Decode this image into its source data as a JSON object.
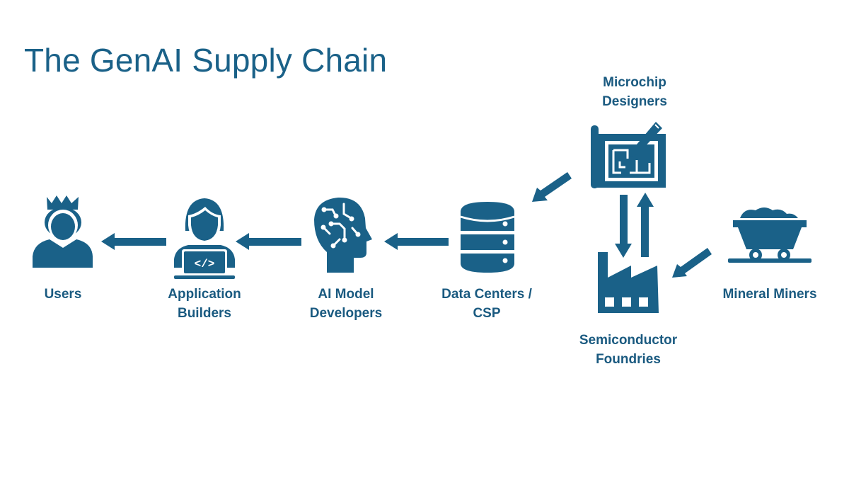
{
  "title": "The GenAI Supply Chain",
  "colors": {
    "primary": "#1a6188",
    "label": "#1a5a80",
    "background": "#ffffff"
  },
  "nodes": [
    {
      "id": "users",
      "icon": "queen-person-icon",
      "lines": [
        "Users"
      ]
    },
    {
      "id": "app-builders",
      "icon": "developer-laptop-icon",
      "lines": [
        "Application",
        "Builders"
      ]
    },
    {
      "id": "ai-model-developers",
      "icon": "brain-circuit-icon",
      "lines": [
        "AI Model",
        "Developers"
      ]
    },
    {
      "id": "data-centers",
      "icon": "database-icon",
      "lines": [
        "Data Centers /",
        "CSP"
      ]
    },
    {
      "id": "microchip-designers",
      "icon": "blueprint-pencil-icon",
      "lines": [
        "Microchip",
        "Designers"
      ]
    },
    {
      "id": "semiconductor-foundries",
      "icon": "factory-icon",
      "lines": [
        "Semiconductor",
        "Foundries"
      ]
    },
    {
      "id": "mineral-miners",
      "icon": "mine-cart-icon",
      "lines": [
        "Mineral Miners"
      ]
    }
  ],
  "edges": [
    {
      "from": "app-builders",
      "to": "users"
    },
    {
      "from": "ai-model-developers",
      "to": "app-builders"
    },
    {
      "from": "data-centers",
      "to": "ai-model-developers"
    },
    {
      "from": "microchip-designers",
      "to": "data-centers"
    },
    {
      "from": "microchip-designers",
      "to": "semiconductor-foundries"
    },
    {
      "from": "semiconductor-foundries",
      "to": "microchip-designers"
    },
    {
      "from": "mineral-miners",
      "to": "semiconductor-foundries"
    }
  ]
}
